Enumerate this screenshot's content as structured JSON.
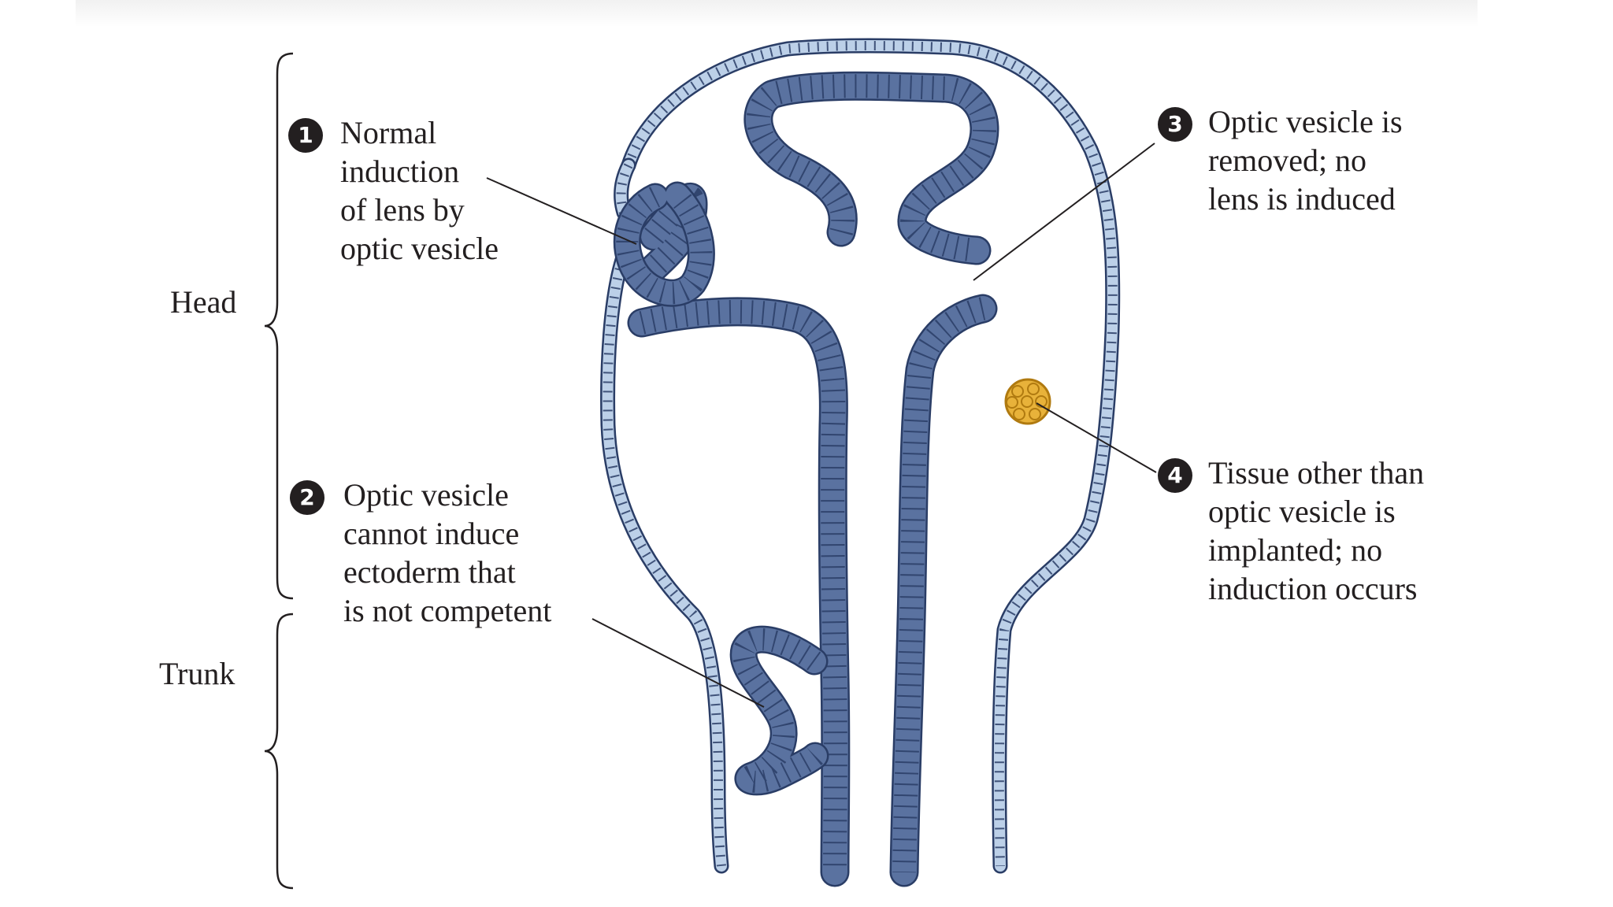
{
  "regions": {
    "head": "Head",
    "trunk": "Trunk"
  },
  "callouts": [
    {
      "number": "1",
      "text": "Normal\ninduction\nof lens by\noptic vesicle"
    },
    {
      "number": "2",
      "text": "Optic vesicle\ncannot induce\nectoderm that\nis not competent"
    },
    {
      "number": "3",
      "text": "Optic vesicle is\nremoved; no\nlens is induced"
    },
    {
      "number": "4",
      "text": "Tissue other than\noptic vesicle is\nimplanted; no\ninduction occurs"
    }
  ],
  "colors": {
    "tissue_fill": "#5a72a0",
    "ectoderm_fill": "#bcd0e8",
    "cell_outline": "#2a3d66",
    "implant_fill": "#e8b23a",
    "implant_outline": "#b07a10",
    "ink": "#231f20"
  }
}
